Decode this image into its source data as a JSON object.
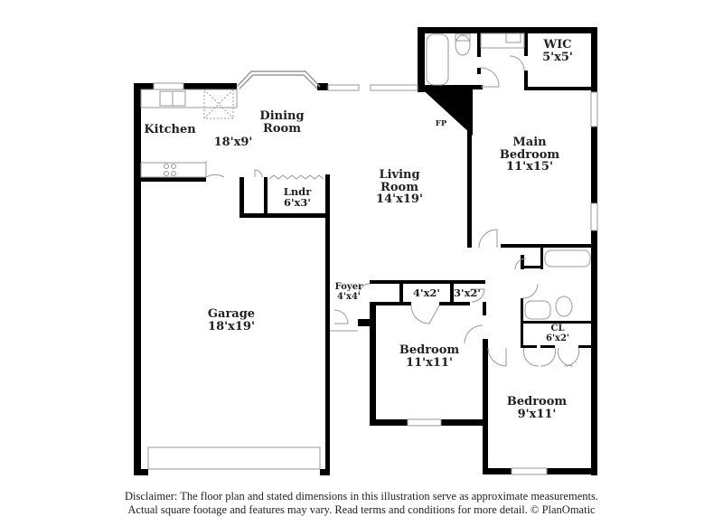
{
  "rooms": {
    "kitchen": {
      "name": "Kitchen"
    },
    "dining": {
      "name": "Dining Room",
      "line1": "Dining",
      "line2": "Room",
      "dims": "18'x9'"
    },
    "laundry": {
      "name": "Lndr",
      "dims": "6'x3'"
    },
    "living": {
      "line1": "Living",
      "line2": "Room",
      "dims": "14'x19'"
    },
    "fireplace": {
      "name": "FP"
    },
    "wic": {
      "name": "WIC",
      "dims": "5'x5'"
    },
    "main_bedroom": {
      "line1": "Main",
      "line2": "Bedroom",
      "dims": "11'x15'"
    },
    "garage": {
      "name": "Garage",
      "dims": "18'x19'"
    },
    "foyer": {
      "name": "Foyer",
      "dims": "4'x4'"
    },
    "closet_a": {
      "dims": "4'x2'"
    },
    "closet_b": {
      "dims": "3'x2'"
    },
    "closet_cl": {
      "name": "CL",
      "dims": "6'x2'"
    },
    "bedroom_2": {
      "name": "Bedroom",
      "dims": "11'x11'"
    },
    "bedroom_3": {
      "name": "Bedroom",
      "dims": "9'x11'"
    }
  },
  "disclaimer": {
    "line1": "Disclaimer: The floor plan and stated dimensions in this illustration serve as approximate measurements.",
    "line2": "Actual square footage and features may vary. Read terms and conditions for more detail. © PlanOmatic"
  },
  "colors": {
    "wall": "#000000",
    "fixture": "#999999",
    "background": "#ffffff"
  }
}
